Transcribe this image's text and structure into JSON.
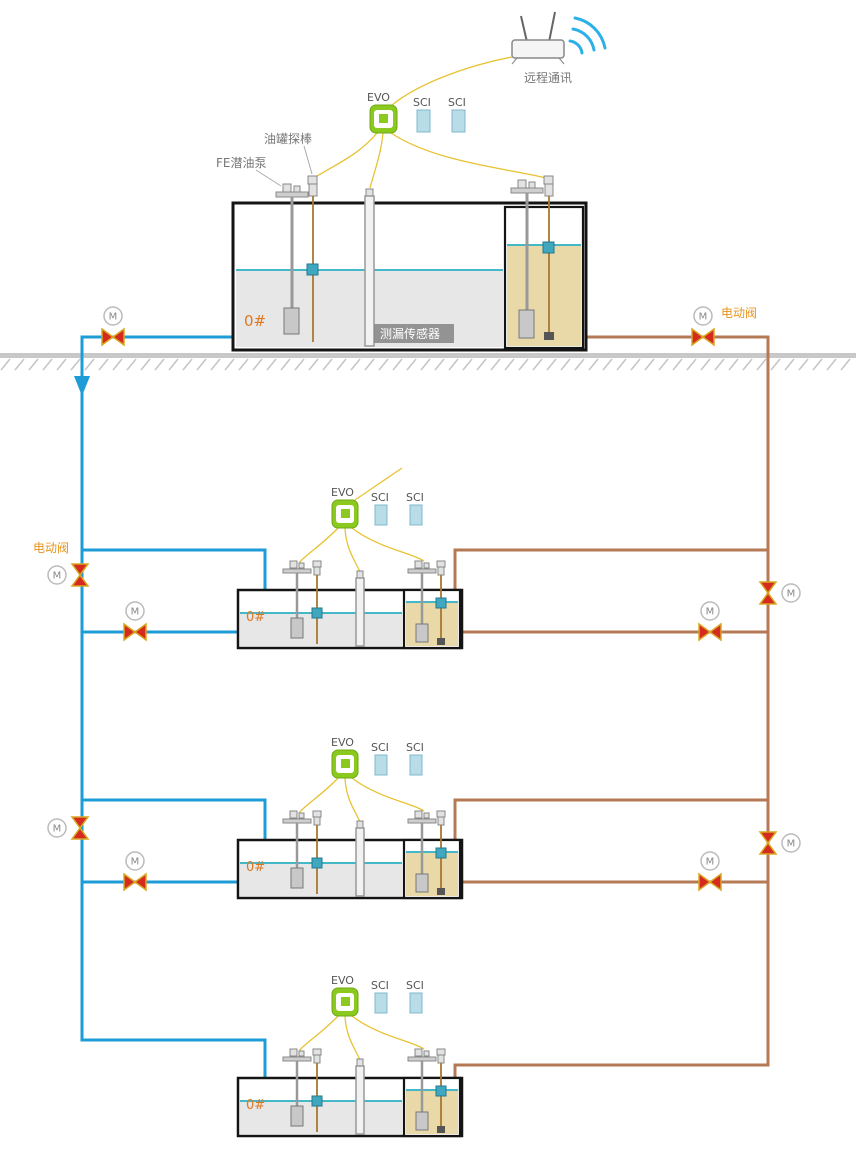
{
  "labels": {
    "remote_comm": "远程通讯",
    "tank_probe": "油罐探棒",
    "fe_pump": "FE潜油泵",
    "leak_sensor": "测漏传感器",
    "electric_valve": "电动阀",
    "motor": "M"
  },
  "controllers": [
    {
      "name": "EVO",
      "modules": [
        "SCI",
        "SCI"
      ]
    },
    {
      "name": "EVO",
      "modules": [
        "SCI",
        "SCI"
      ]
    },
    {
      "name": "EVO",
      "modules": [
        "SCI",
        "SCI"
      ]
    },
    {
      "name": "EVO",
      "modules": [
        "SCI",
        "SCI"
      ]
    }
  ],
  "tanks": [
    {
      "number": "0#"
    },
    {
      "number": "0#"
    },
    {
      "number": "0#"
    },
    {
      "number": "0#"
    }
  ],
  "colors": {
    "supply_pipe_blue": "#1e9cd7",
    "return_pipe_brown": "#b57a55",
    "valve_red": "#d42a20",
    "valve_outline_gold": "#d8a820",
    "evo_green": "#8cc91e",
    "sci_module_blue": "#b8dde8",
    "signal_wire_yellow": "#e8c232",
    "liquid_level_teal": "#45b8c8",
    "oil_fill_tan": "#ead9a8",
    "label_orange": "#e07820",
    "wifi_blue": "#2bb0e8",
    "ground_gray": "#c8c8c8"
  }
}
